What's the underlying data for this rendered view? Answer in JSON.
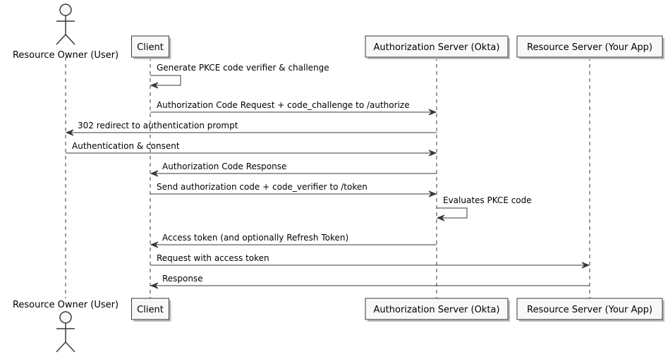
{
  "participants": [
    {
      "id": "owner",
      "label": "Resource Owner (User)",
      "kind": "actor"
    },
    {
      "id": "client",
      "label": "Client",
      "kind": "participant"
    },
    {
      "id": "auth",
      "label": "Authorization Server (Okta)",
      "kind": "participant"
    },
    {
      "id": "resource",
      "label": "Resource Server (Your App)",
      "kind": "participant"
    }
  ],
  "messages": [
    {
      "from": "client",
      "to": "client",
      "label": "Generate PKCE code verifier & challenge"
    },
    {
      "from": "client",
      "to": "auth",
      "label": "Authorization Code Request + code_challenge to /authorize"
    },
    {
      "from": "auth",
      "to": "owner",
      "label": "302 redirect to authentication prompt"
    },
    {
      "from": "owner",
      "to": "auth",
      "label": "Authentication & consent"
    },
    {
      "from": "auth",
      "to": "client",
      "label": "Authorization Code Response"
    },
    {
      "from": "client",
      "to": "auth",
      "label": "Send authorization code + code_verifier to /token"
    },
    {
      "from": "auth",
      "to": "auth",
      "label": "Evaluates PKCE code"
    },
    {
      "from": "auth",
      "to": "client",
      "label": "Access token (and optionally Refresh Token)"
    },
    {
      "from": "client",
      "to": "resource",
      "label": "Request with access token"
    },
    {
      "from": "resource",
      "to": "client",
      "label": "Response"
    }
  ],
  "colors": {
    "line": "#383838",
    "box_fill": "#f8f8f8",
    "text": "#000000"
  }
}
